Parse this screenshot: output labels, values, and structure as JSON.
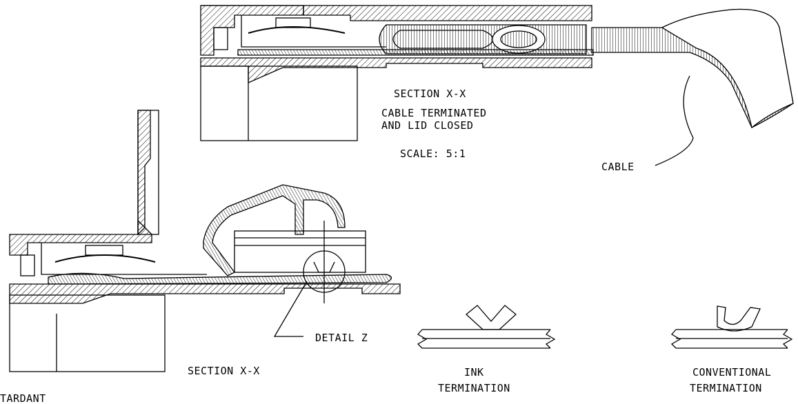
{
  "labels": {
    "top_section": "SECTION X-X",
    "top_caption_line1": "CABLE TERMINATED",
    "top_caption_line2": "AND LID CLOSED",
    "top_scale": "SCALE: 5:1",
    "cable": "CABLE",
    "detail": "DETAIL Z",
    "bottom_section": "SECTION X-X",
    "ink_line1": "INK",
    "ink_line2": "TERMINATION",
    "conv_line1": "CONVENTIONAL",
    "conv_line2": "TERMINATION",
    "cutoff": "TARDANT"
  }
}
